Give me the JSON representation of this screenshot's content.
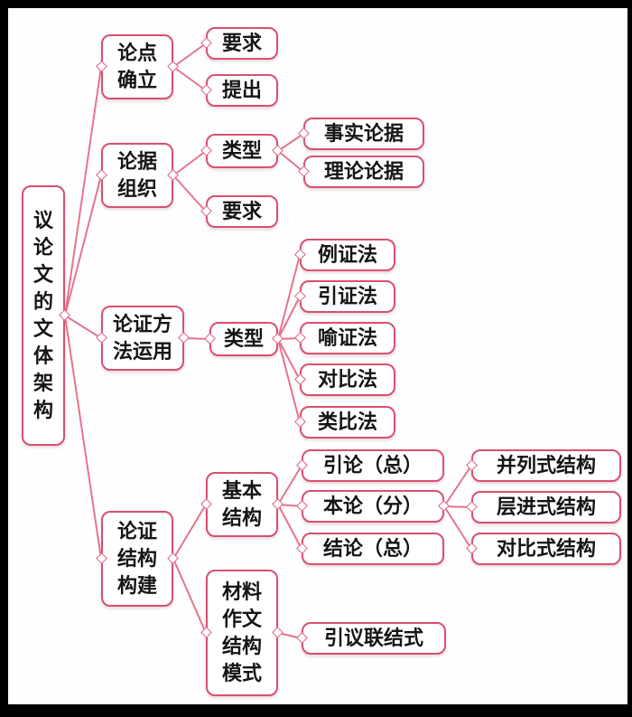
{
  "colors": {
    "node_border": "#d9506f",
    "connector_line": "#e5738f",
    "text": "#151515",
    "canvas_bg": "#fefefe",
    "frame_bg": "#000000"
  },
  "tree": {
    "label": "议\n论\n文\n的\n文\n体\n架\n构",
    "children": [
      {
        "label": "论点\n确立",
        "children": [
          {
            "label": "要求"
          },
          {
            "label": "提出"
          }
        ]
      },
      {
        "label": "论据\n组织",
        "children": [
          {
            "label": "类型",
            "children": [
              {
                "label": "事实论据"
              },
              {
                "label": "理论论据"
              }
            ]
          },
          {
            "label": "要求"
          }
        ]
      },
      {
        "label": "论证方\n法运用",
        "children": [
          {
            "label": "类型",
            "children": [
              {
                "label": "例证法"
              },
              {
                "label": "引证法"
              },
              {
                "label": "喻证法"
              },
              {
                "label": "对比法"
              },
              {
                "label": "类比法"
              }
            ]
          }
        ]
      },
      {
        "label": "论证\n结构\n构建",
        "children": [
          {
            "label": "基本\n结构",
            "children": [
              {
                "label": "引论（总）"
              },
              {
                "label": "本论（分）",
                "children": [
                  {
                    "label": "并列式结构"
                  },
                  {
                    "label": "层进式结构"
                  },
                  {
                    "label": "对比式结构"
                  }
                ]
              },
              {
                "label": "结论（总）"
              }
            ]
          },
          {
            "label": "材料\n作文\n结构\n模式",
            "children": [
              {
                "label": "引议联结式"
              }
            ]
          }
        ]
      }
    ]
  }
}
